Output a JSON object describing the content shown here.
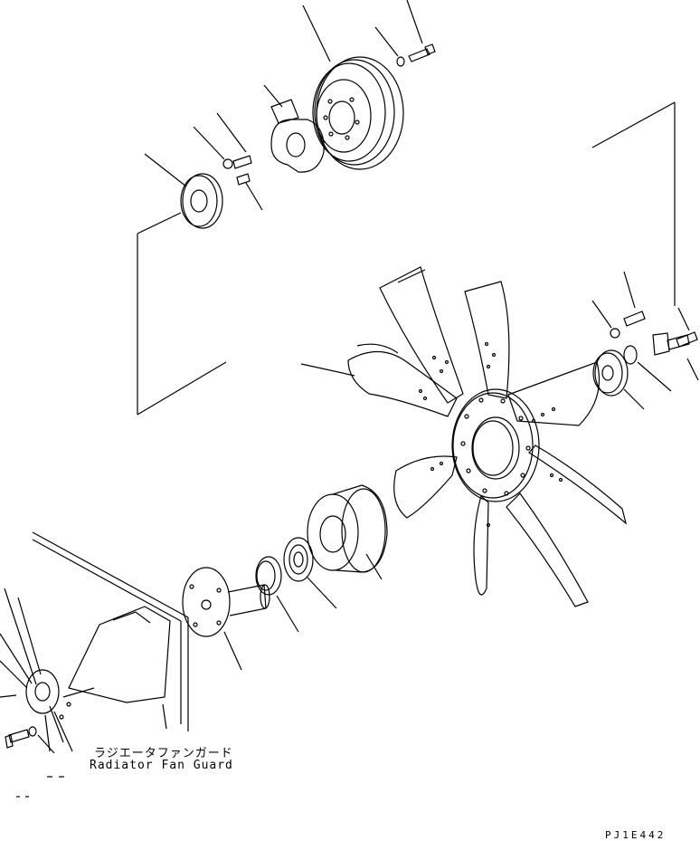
{
  "labels": {
    "radiator_fan_guard_jp": "ラジエータファンガード",
    "radiator_fan_guard_en": "Radiator Fan Guard"
  },
  "drawing_code": "PJ1E442",
  "colors": {
    "line": "#000000",
    "background": "#ffffff"
  }
}
